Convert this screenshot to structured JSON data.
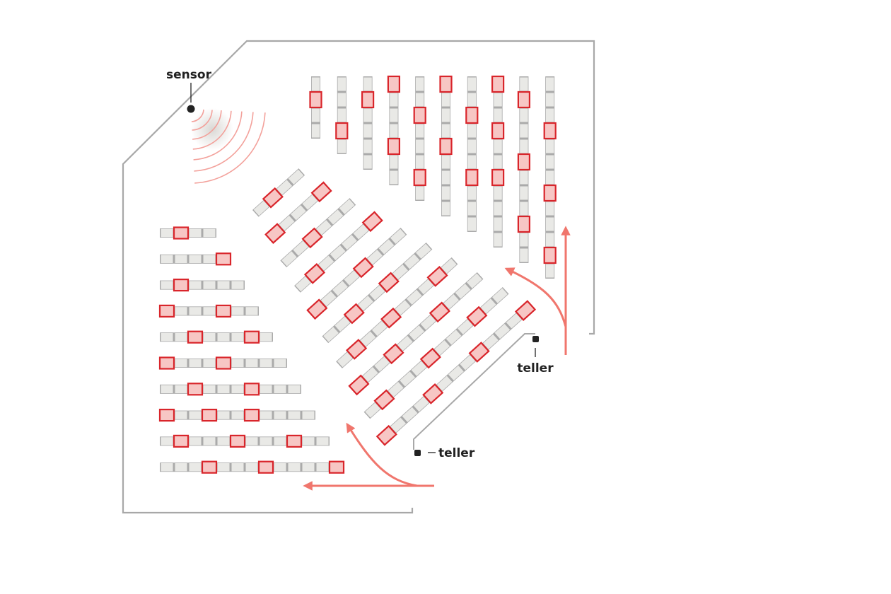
{
  "labels": {
    "sensor": "sensor",
    "teller_right": "teller",
    "teller_bottom": "teller"
  },
  "colors": {
    "wall": "#a8a8a8",
    "seat_fill": "#e9e9e6",
    "seat_gap": "#aaaaaa",
    "occupied_stroke": "#d9252b",
    "occupied_fill": "#f7c6c4",
    "arrow": "#f0766d",
    "sensor_wave": "#f3a19b",
    "sensor_glow": "#d8d6d2",
    "dot": "#222222"
  },
  "sections": {
    "top_right": {
      "rows": [
        {
          "seats": 4,
          "occupied": [
            1
          ]
        },
        {
          "seats": 5,
          "occupied": [
            3
          ]
        },
        {
          "seats": 6,
          "occupied": [
            1
          ]
        },
        {
          "seats": 7,
          "occupied": [
            0,
            4
          ]
        },
        {
          "seats": 8,
          "occupied": [
            2,
            6
          ]
        },
        {
          "seats": 9,
          "occupied": [
            0,
            4
          ]
        },
        {
          "seats": 10,
          "occupied": [
            2,
            6
          ]
        },
        {
          "seats": 11,
          "occupied": [
            0,
            3,
            6
          ]
        },
        {
          "seats": 12,
          "occupied": [
            1,
            5,
            9
          ]
        },
        {
          "seats": 13,
          "occupied": [
            3,
            7,
            11
          ]
        }
      ]
    },
    "diagonal": {
      "rows": [
        {
          "seats": 4,
          "occupied": [
            1
          ]
        },
        {
          "seats": 5,
          "occupied": [
            0,
            4
          ]
        },
        {
          "seats": 6,
          "occupied": [
            2
          ]
        },
        {
          "seats": 7,
          "occupied": [
            1,
            6
          ]
        },
        {
          "seats": 8,
          "occupied": [
            0,
            4
          ]
        },
        {
          "seats": 9,
          "occupied": [
            2,
            5
          ]
        },
        {
          "seats": 10,
          "occupied": [
            1,
            4,
            8
          ]
        },
        {
          "seats": 11,
          "occupied": [
            0,
            3,
            7
          ]
        },
        {
          "seats": 12,
          "occupied": [
            1,
            5,
            9
          ]
        },
        {
          "seats": 13,
          "occupied": [
            0,
            4,
            8,
            12
          ]
        }
      ]
    },
    "bottom_left": {
      "rows": [
        {
          "seats": 4,
          "occupied": [
            1
          ]
        },
        {
          "seats": 5,
          "occupied": [
            4
          ]
        },
        {
          "seats": 6,
          "occupied": [
            1
          ]
        },
        {
          "seats": 7,
          "occupied": [
            0,
            4
          ]
        },
        {
          "seats": 8,
          "occupied": [
            2,
            6
          ]
        },
        {
          "seats": 9,
          "occupied": [
            0,
            4
          ]
        },
        {
          "seats": 10,
          "occupied": [
            2,
            6
          ]
        },
        {
          "seats": 11,
          "occupied": [
            0,
            3,
            6
          ]
        },
        {
          "seats": 12,
          "occupied": [
            1,
            5,
            9
          ]
        },
        {
          "seats": 13,
          "occupied": [
            3,
            7,
            12
          ]
        }
      ]
    }
  }
}
